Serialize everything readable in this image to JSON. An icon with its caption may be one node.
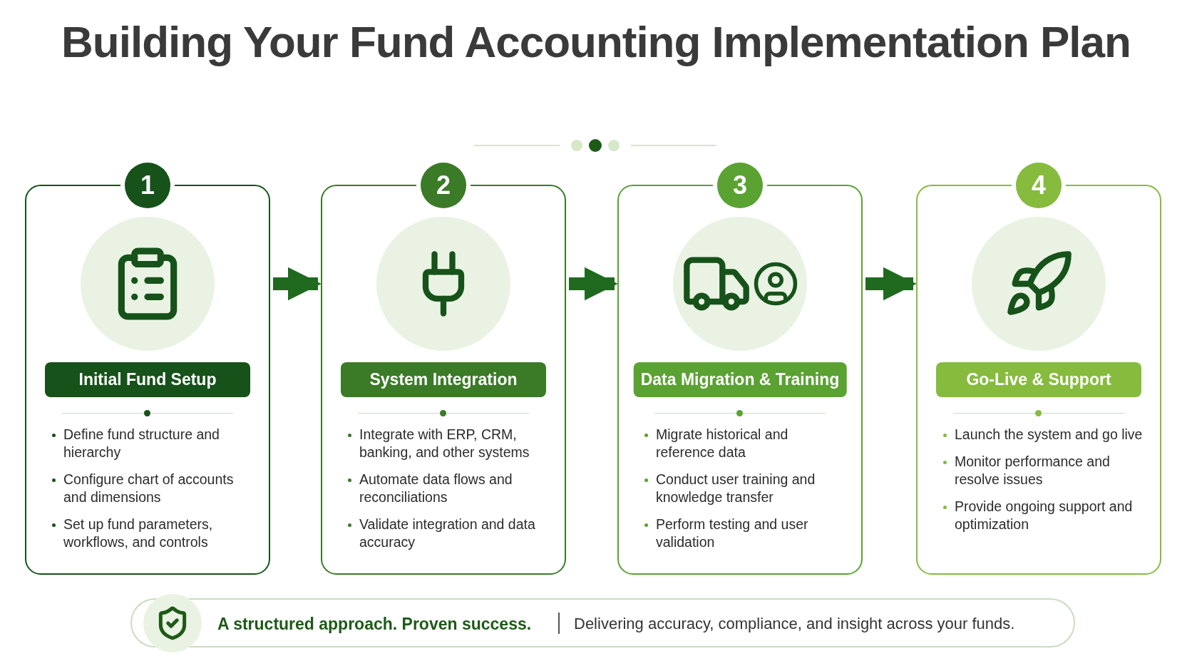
{
  "diagram": {
    "title": "Building Your **Fund Accounting Implementation Plan**",
    "nodes": [
      {
        "text": [
          "1",
          "Initial Fund Setup",
          "Define fund structure and hierarchy",
          "Configure chart of accounts and dimensions",
          "Set up fund parameters, workflows, and controls"
        ]
      },
      {
        "text": [
          "2",
          "System Integration",
          "Integrate with ERP, CRM, banking, and other systems",
          "Automate data flows and reconciliations",
          "Validate integration and data accuracy"
        ]
      },
      {
        "text": [
          "3",
          "Data Migration & Training",
          "Migrate historical and reference data",
          "Conduct user training and knowledge transfer",
          "Perform testing and user validation"
        ]
      },
      {
        "text": [
          "4",
          "Go-Live & Support",
          "Launch the system and go live",
          "Monitor performance and resolve issues",
          "Provide ongoing support and optimization"
        ]
      },
      {
        "text": [
          "A structured approach. Proven success.",
          "Delivering accuracy, compliance, and insight across your funds."
        ]
      }
    ],
    "edges": [
      {
        "from": 0,
        "to": 1,
        "arrow": "to"
      },
      {
        "from": 1,
        "to": 2,
        "arrow": "to"
      },
      {
        "from": 2,
        "to": 3,
        "arrow": "to"
      }
    ]
  }
}
